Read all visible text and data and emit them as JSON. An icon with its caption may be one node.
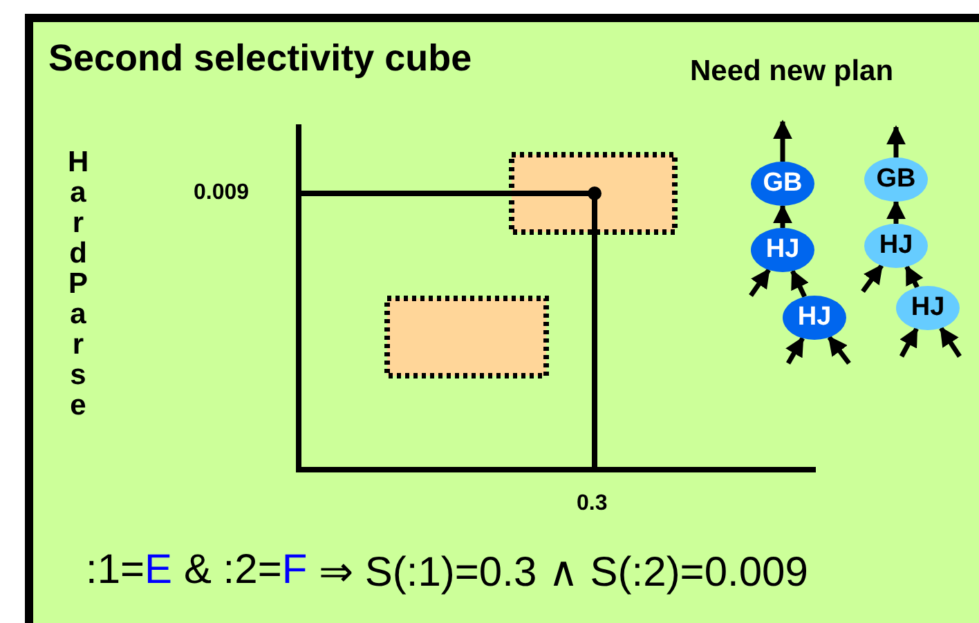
{
  "diagram": {
    "title": "Second selectivity cube",
    "nodes": [
      {
        "text": [
          "GB"
        ]
      },
      {
        "text": [
          "HJ"
        ]
      },
      {
        "text": [
          "HJ"
        ]
      },
      {
        "text": [
          "GB"
        ]
      },
      {
        "text": [
          "HJ"
        ]
      },
      {
        "text": [
          "HJ"
        ]
      }
    ],
    "edges": [
      {
        "from": 0,
        "to": null,
        "arrow": "to"
      },
      {
        "from": 1,
        "to": 0,
        "arrow": "to"
      },
      {
        "from": null,
        "to": 1,
        "arrow": "to"
      },
      {
        "from": 2,
        "to": 1,
        "arrow": "to"
      },
      {
        "from": null,
        "to": 2,
        "arrow": "to"
      },
      {
        "from": null,
        "to": 2,
        "arrow": "to"
      },
      {
        "from": 3,
        "to": null,
        "arrow": "to"
      },
      {
        "from": 4,
        "to": 3,
        "arrow": "to"
      },
      {
        "from": null,
        "to": 4,
        "arrow": "to"
      },
      {
        "from": 5,
        "to": 4,
        "arrow": "to"
      },
      {
        "from": null,
        "to": 5,
        "arrow": "to"
      },
      {
        "from": null,
        "to": 5,
        "arrow": "to"
      }
    ],
    "labels": [
      "Need new plan",
      "Hard Parse",
      "0.009",
      "0.3",
      ":1=",
      "E",
      "& :2=",
      "F",
      "⇒ S(:1)=0.3 ∧ S(:2)=0.009"
    ]
  }
}
